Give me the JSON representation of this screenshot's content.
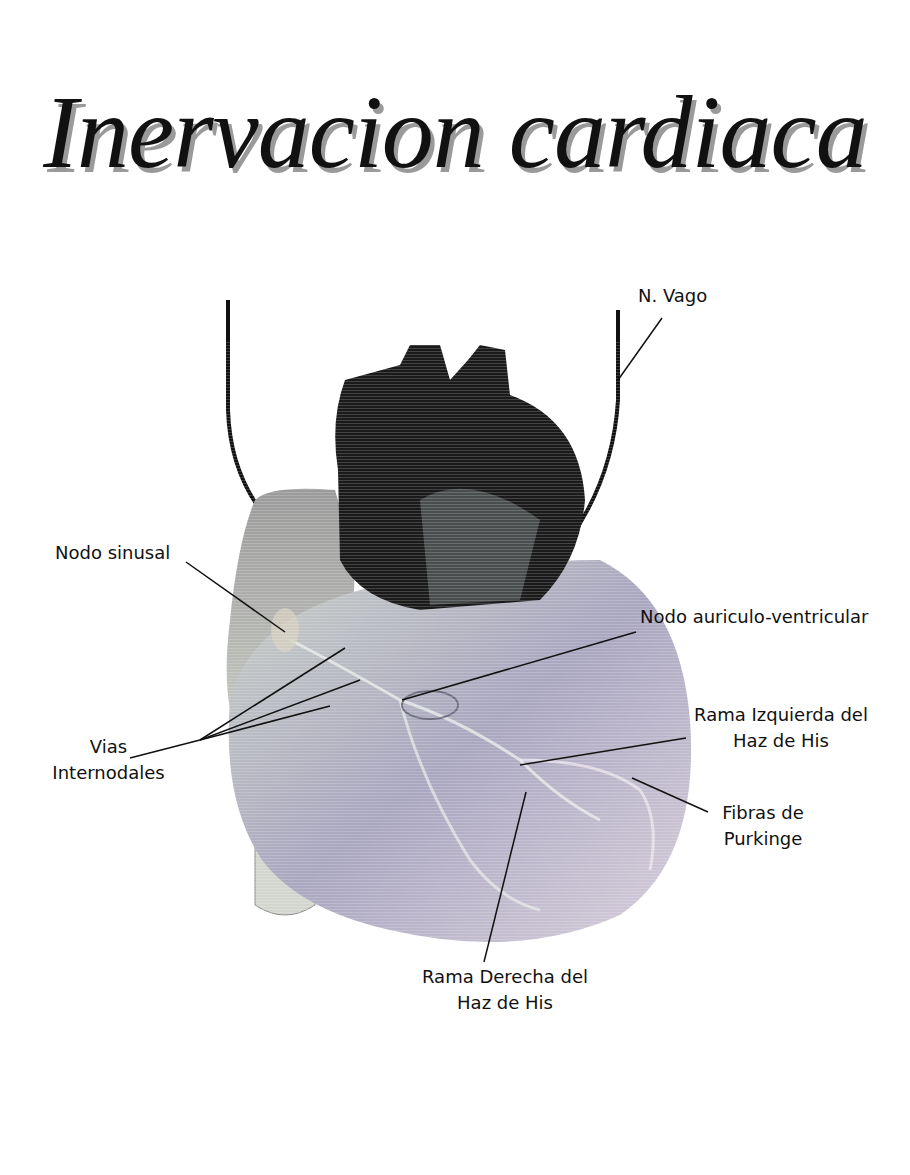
{
  "diagram": {
    "title": "Inervacion cardiaca",
    "labels": [
      "N. Vago",
      "Nodo sinusal",
      "Nodo auriculo-ventricular",
      "Vias Internodales",
      "Rama Izquierda del Haz de His",
      "Fibras de Purkinge",
      "Rama Derecha del Haz de His"
    ]
  }
}
